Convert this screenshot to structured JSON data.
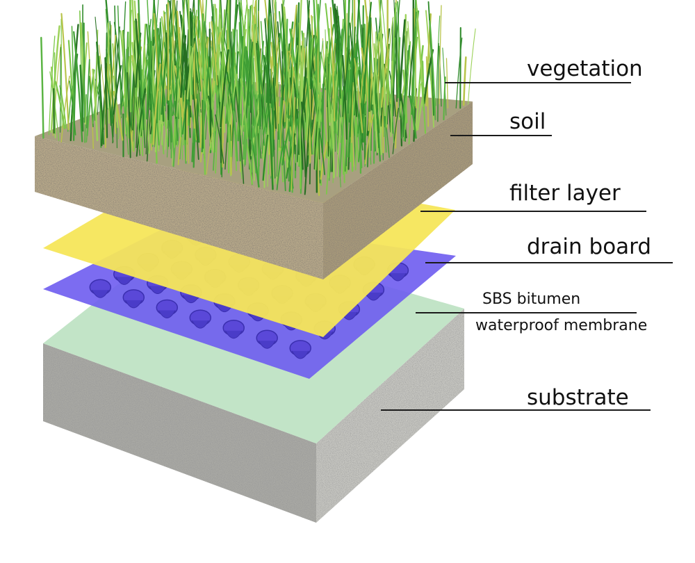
{
  "labels": {
    "vegetation": "vegetation",
    "soil": "soil",
    "filter_layer": "filter layer",
    "drain_board": "drain board",
    "sbs_line1": "SBS bitumen",
    "sbs_line2": "waterproof membrane",
    "substrate": "substrate"
  },
  "colors": {
    "grass_dark": "#2f8a2a",
    "grass_light": "#7cc84a",
    "soil": "#b7a98a",
    "filter": "#f5e65a",
    "drain": "#6e5cf0",
    "membrane": "#bfe3c4",
    "concrete": "#b9b9b4"
  }
}
